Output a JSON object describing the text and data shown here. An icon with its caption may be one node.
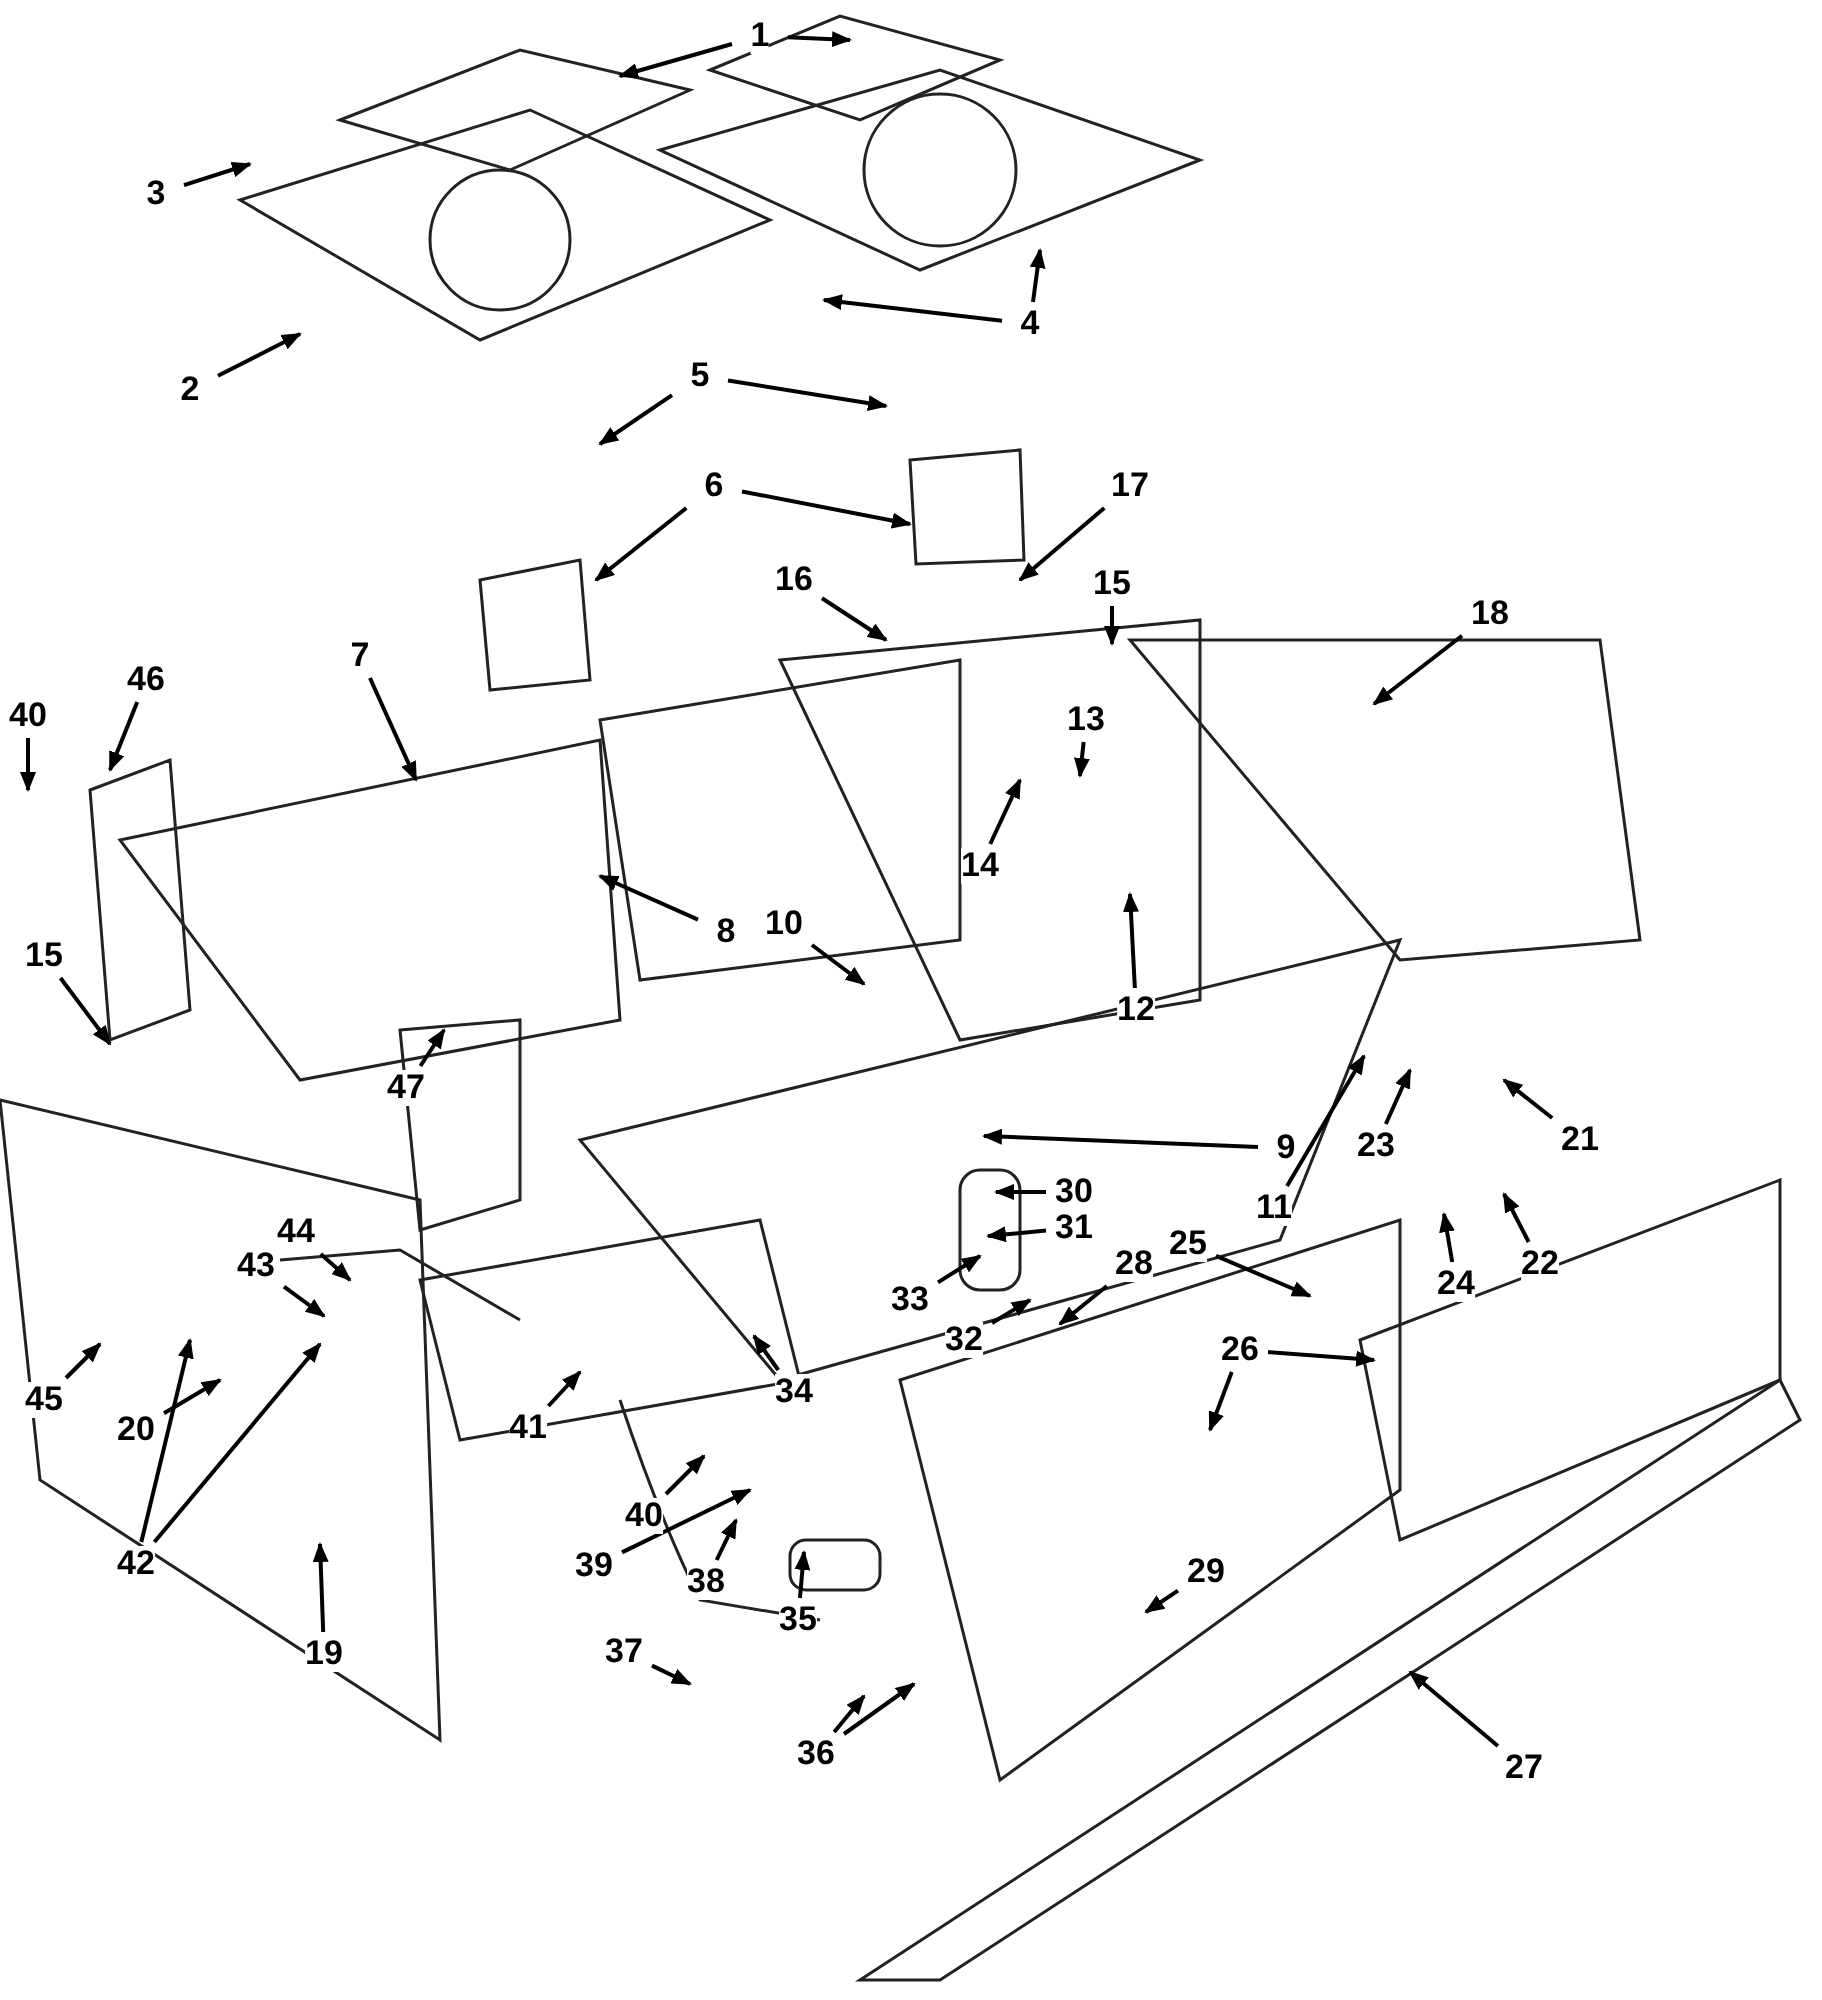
{
  "diagram": {
    "nodes": [
      {
        "text": [
          "1"
        ]
      },
      {
        "text": [
          "3"
        ]
      },
      {
        "text": [
          "4"
        ]
      },
      {
        "text": [
          "2"
        ]
      },
      {
        "text": [
          "5"
        ]
      },
      {
        "text": [
          "17"
        ]
      },
      {
        "text": [
          "6"
        ]
      },
      {
        "text": [
          "16"
        ]
      },
      {
        "text": [
          "15"
        ]
      },
      {
        "text": [
          "18"
        ]
      },
      {
        "text": [
          "7"
        ]
      },
      {
        "text": [
          "46"
        ]
      },
      {
        "text": [
          "40"
        ]
      },
      {
        "text": [
          "13"
        ]
      },
      {
        "text": [
          "14"
        ]
      },
      {
        "text": [
          "12"
        ]
      },
      {
        "text": [
          "8"
        ]
      },
      {
        "text": [
          "10"
        ]
      },
      {
        "text": [
          "15"
        ]
      },
      {
        "text": [
          "9"
        ]
      },
      {
        "text": [
          "11"
        ]
      },
      {
        "text": [
          "23"
        ]
      },
      {
        "text": [
          "21"
        ]
      },
      {
        "text": [
          "22"
        ]
      },
      {
        "text": [
          "24"
        ]
      },
      {
        "text": [
          "47"
        ]
      },
      {
        "text": [
          "44"
        ]
      },
      {
        "text": [
          "43"
        ]
      },
      {
        "text": [
          "30"
        ]
      },
      {
        "text": [
          "31"
        ]
      },
      {
        "text": [
          "25"
        ]
      },
      {
        "text": [
          "28"
        ]
      },
      {
        "text": [
          "33"
        ]
      },
      {
        "text": [
          "32"
        ]
      },
      {
        "text": [
          "34"
        ]
      },
      {
        "text": [
          "45"
        ]
      },
      {
        "text": [
          "20"
        ]
      },
      {
        "text": [
          "42"
        ]
      },
      {
        "text": [
          "41"
        ]
      },
      {
        "text": [
          "40"
        ]
      },
      {
        "text": [
          "39"
        ]
      },
      {
        "text": [
          "38"
        ]
      },
      {
        "text": [
          "35"
        ]
      },
      {
        "text": [
          "19"
        ]
      },
      {
        "text": [
          "29"
        ]
      },
      {
        "text": [
          "26"
        ]
      },
      {
        "text": [
          "37"
        ]
      },
      {
        "text": [
          "36"
        ]
      },
      {
        "text": [
          "27"
        ]
      }
    ],
    "edges": [
      {
        "from": 0,
        "to": null,
        "arrow": "to"
      },
      {
        "from": 0,
        "to": null,
        "arrow": "to"
      },
      {
        "from": 1,
        "to": null,
        "arrow": "to"
      },
      {
        "from": 2,
        "to": null,
        "arrow": "to"
      },
      {
        "from": 2,
        "to": null,
        "arrow": "to"
      },
      {
        "from": 3,
        "to": null,
        "arrow": "to"
      },
      {
        "from": 4,
        "to": null,
        "arrow": "to"
      },
      {
        "from": 4,
        "to": null,
        "arrow": "to"
      },
      {
        "from": 5,
        "to": null,
        "arrow": "to"
      },
      {
        "from": 6,
        "to": null,
        "arrow": "to"
      },
      {
        "from": 6,
        "to": null,
        "arrow": "to"
      },
      {
        "from": 7,
        "to": null,
        "arrow": "to"
      },
      {
        "from": 8,
        "to": null,
        "arrow": "to"
      },
      {
        "from": 9,
        "to": null,
        "arrow": "to"
      },
      {
        "from": 10,
        "to": null,
        "arrow": "to"
      },
      {
        "from": 11,
        "to": null,
        "arrow": "to"
      },
      {
        "from": 12,
        "to": null,
        "arrow": "to"
      },
      {
        "from": 13,
        "to": null,
        "arrow": "to"
      },
      {
        "from": 14,
        "to": null,
        "arrow": "to"
      },
      {
        "from": 15,
        "to": null,
        "arrow": "to"
      },
      {
        "from": 16,
        "to": null,
        "arrow": "to"
      },
      {
        "from": 17,
        "to": null,
        "arrow": "to"
      },
      {
        "from": 18,
        "to": null,
        "arrow": "to"
      },
      {
        "from": 19,
        "to": null,
        "arrow": "to"
      },
      {
        "from": 20,
        "to": null,
        "arrow": "to"
      },
      {
        "from": 21,
        "to": null,
        "arrow": "to"
      },
      {
        "from": 22,
        "to": null,
        "arrow": "to"
      },
      {
        "from": 23,
        "to": null,
        "arrow": "to"
      },
      {
        "from": 24,
        "to": null,
        "arrow": "to"
      },
      {
        "from": 25,
        "to": null,
        "arrow": "to"
      },
      {
        "from": 26,
        "to": null,
        "arrow": "to"
      },
      {
        "from": 27,
        "to": null,
        "arrow": "to"
      },
      {
        "from": 28,
        "to": null,
        "arrow": "to"
      },
      {
        "from": 29,
        "to": null,
        "arrow": "to"
      },
      {
        "from": 30,
        "to": null,
        "arrow": "to"
      },
      {
        "from": 31,
        "to": null,
        "arrow": "to"
      },
      {
        "from": 32,
        "to": null,
        "arrow": "to"
      },
      {
        "from": 33,
        "to": null,
        "arrow": "to"
      },
      {
        "from": 34,
        "to": null,
        "arrow": "to"
      },
      {
        "from": 35,
        "to": null,
        "arrow": "to"
      },
      {
        "from": 36,
        "to": null,
        "arrow": "to"
      },
      {
        "from": 37,
        "to": null,
        "arrow": "to"
      },
      {
        "from": 37,
        "to": null,
        "arrow": "to"
      },
      {
        "from": 38,
        "to": null,
        "arrow": "to"
      },
      {
        "from": 39,
        "to": null,
        "arrow": "to"
      },
      {
        "from": 40,
        "to": null,
        "arrow": "to"
      },
      {
        "from": 41,
        "to": null,
        "arrow": "to"
      },
      {
        "from": 42,
        "to": null,
        "arrow": "to"
      },
      {
        "from": 43,
        "to": null,
        "arrow": "to"
      },
      {
        "from": 44,
        "to": null,
        "arrow": "to"
      },
      {
        "from": 45,
        "to": null,
        "arrow": "to"
      },
      {
        "from": 45,
        "to": null,
        "arrow": "to"
      },
      {
        "from": 46,
        "to": null,
        "arrow": "to"
      },
      {
        "from": 47,
        "to": null,
        "arrow": "to"
      },
      {
        "from": 47,
        "to": null,
        "arrow": "to"
      },
      {
        "from": 48,
        "to": null,
        "arrow": "to"
      }
    ]
  }
}
